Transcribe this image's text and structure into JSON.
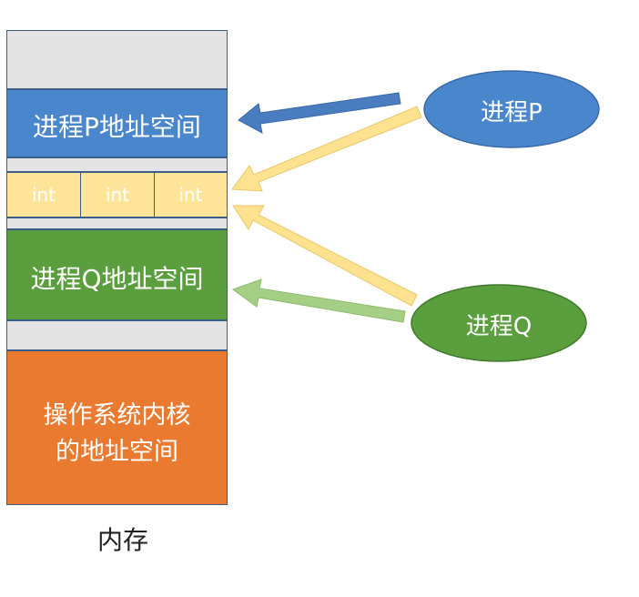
{
  "memory": {
    "process_p_space": "进程P地址空间",
    "shared_cells": [
      "int",
      "int",
      "int"
    ],
    "process_q_space": "进程Q地址空间",
    "os_kernel_space_line1": "操作系统内核",
    "os_kernel_space_line2": "的地址空间",
    "label": "内存"
  },
  "processes": {
    "p": "进程P",
    "q": "进程Q"
  },
  "colors": {
    "gray": "#e4e4e4",
    "blue": "#4a86cc",
    "green": "#5a9e3e",
    "orange": "#ea7a2f",
    "yellow": "#ffe599",
    "arrow_blue": "#4a7cc0",
    "arrow_yellow": "#ffe28f",
    "arrow_green": "#a6cf86"
  }
}
